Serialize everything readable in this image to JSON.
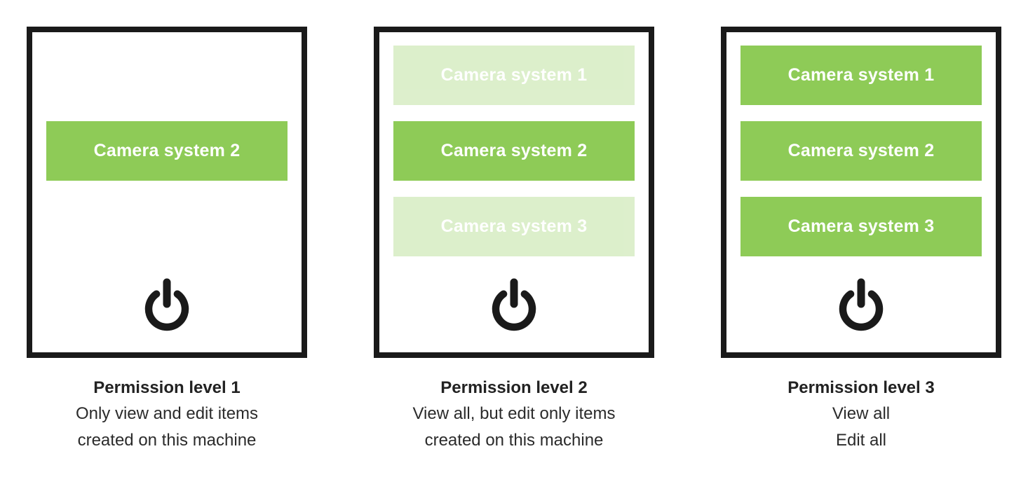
{
  "figure": {
    "colors": {
      "accent_green": "#8ECB57",
      "faded_green_effective": "#DDEECC",
      "outline_black": "#1A1A1A",
      "caption_text": "#2B2B2B",
      "button_text": "#FFFFFF"
    },
    "panels": [
      {
        "title": "Permission level 1",
        "description": [
          "Only view and edit items",
          "created on this machine"
        ],
        "buttons": [
          {
            "label": "Camera system 2",
            "variant": "solid"
          }
        ]
      },
      {
        "title": "Permission level 2",
        "description": [
          "View all, but edit only items",
          "created on this machine"
        ],
        "buttons": [
          {
            "label": "Camera system 1",
            "variant": "faded"
          },
          {
            "label": "Camera system 2",
            "variant": "solid"
          },
          {
            "label": "Camera system 3",
            "variant": "faded"
          }
        ]
      },
      {
        "title": "Permission level 3",
        "description": [
          "View all",
          "Edit all"
        ],
        "buttons": [
          {
            "label": "Camera system 1",
            "variant": "solid"
          },
          {
            "label": "Camera system 2",
            "variant": "solid"
          },
          {
            "label": "Camera system 3",
            "variant": "solid"
          }
        ]
      }
    ]
  }
}
